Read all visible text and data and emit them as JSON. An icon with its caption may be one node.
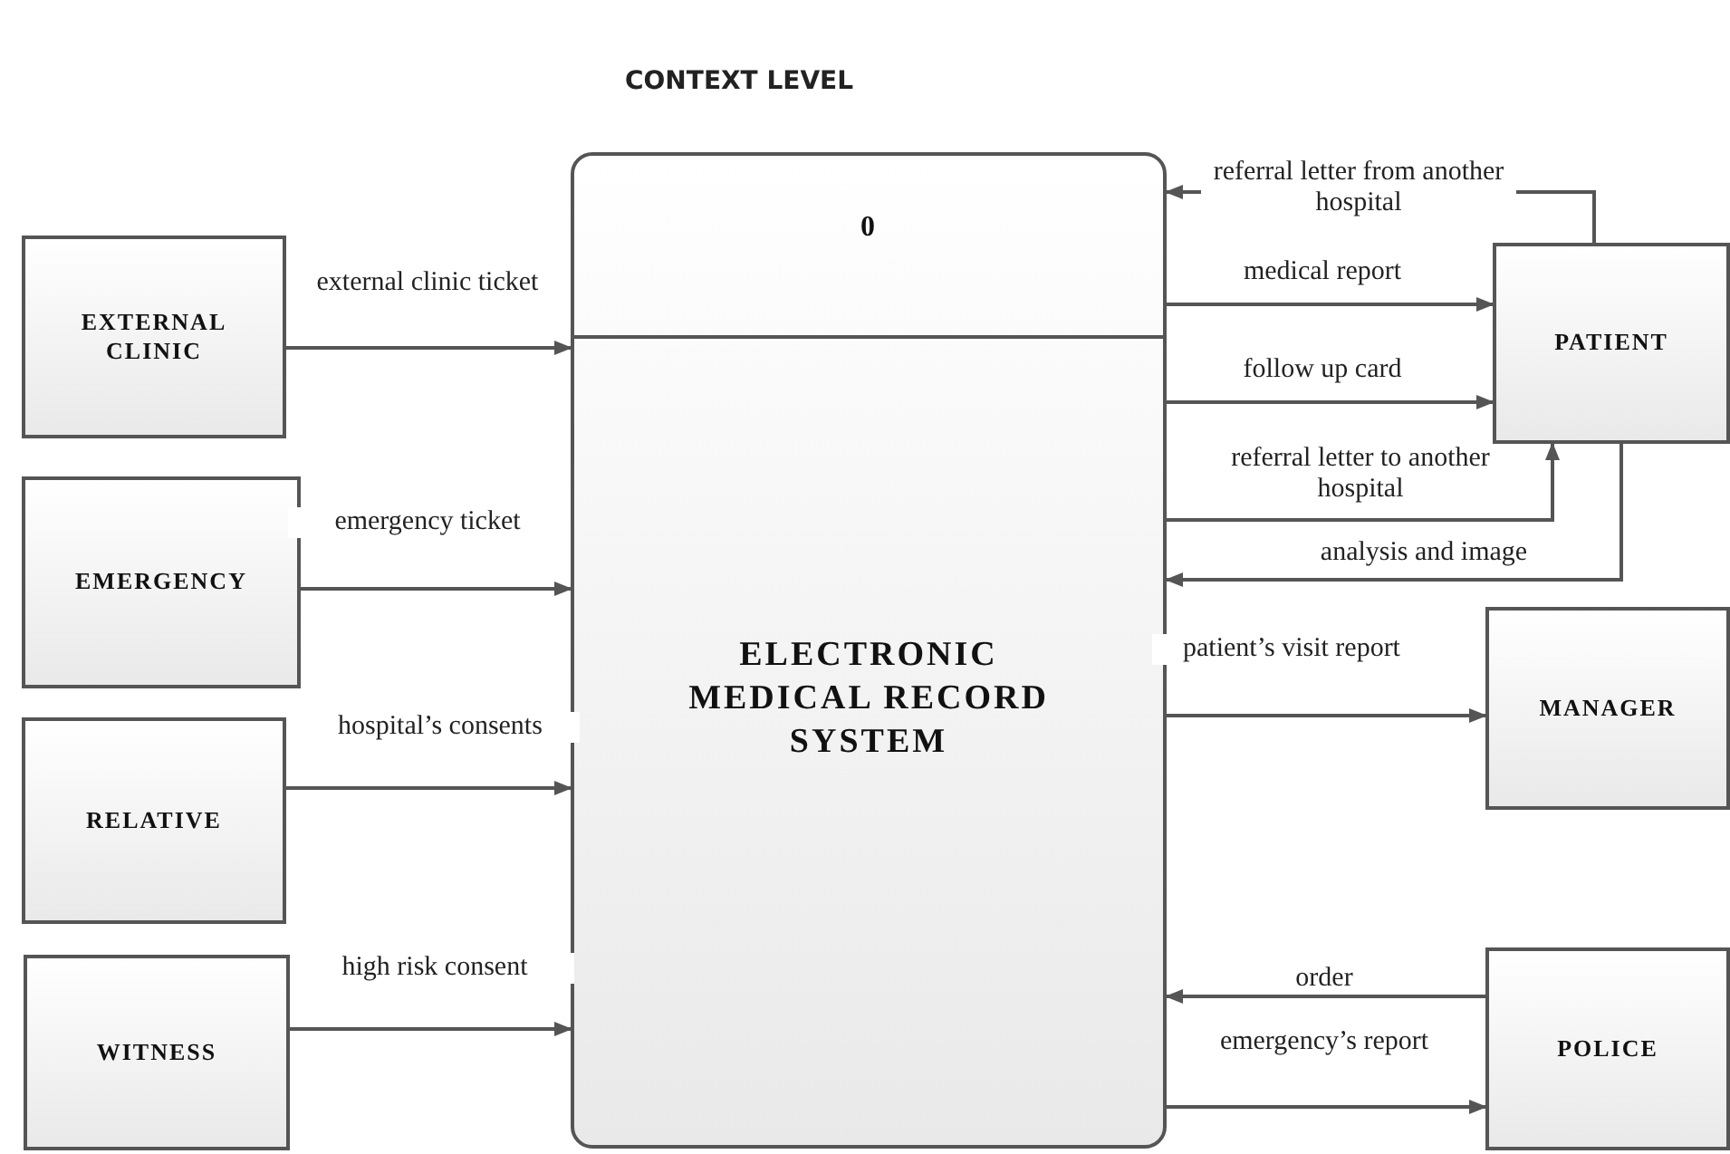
{
  "diagram": {
    "title": "CONTEXT LEVEL",
    "nodes": [
      {
        "text": [
          "0",
          "ELECTRONIC MEDICAL RECORD SYSTEM"
        ]
      },
      {
        "text": [
          "EXTERNAL CLINIC"
        ]
      },
      {
        "text": [
          "EMERGENCY"
        ]
      },
      {
        "text": [
          "RELATIVE"
        ]
      },
      {
        "text": [
          "WITNESS"
        ]
      },
      {
        "text": [
          "PATIENT"
        ]
      },
      {
        "text": [
          "MANAGER"
        ]
      },
      {
        "text": [
          "POLICE"
        ]
      }
    ],
    "edges": [
      {
        "from": 1,
        "to": 0,
        "arrow": "to",
        "label": "external clinic ticket"
      },
      {
        "from": 2,
        "to": 0,
        "arrow": "to",
        "label": "emergency ticket"
      },
      {
        "from": 3,
        "to": 0,
        "arrow": "to",
        "label": "hospital’s consents"
      },
      {
        "from": 4,
        "to": 0,
        "arrow": "to",
        "label": "high risk consent"
      },
      {
        "from": 5,
        "to": 0,
        "arrow": "to",
        "label": "referral letter from another hospital"
      },
      {
        "from": 0,
        "to": 5,
        "arrow": "to",
        "label": "medical report"
      },
      {
        "from": 0,
        "to": 5,
        "arrow": "to",
        "label": "follow up card"
      },
      {
        "from": 0,
        "to": 5,
        "arrow": "to",
        "label": "referral letter to another hospital"
      },
      {
        "from": 5,
        "to": 0,
        "arrow": "to",
        "label": "analysis and image"
      },
      {
        "from": 0,
        "to": 6,
        "arrow": "to",
        "label": "patient’s visit report"
      },
      {
        "from": 7,
        "to": 0,
        "arrow": "to",
        "label": "order"
      },
      {
        "from": 0,
        "to": 7,
        "arrow": "to",
        "label": "emergency’s report"
      }
    ]
  }
}
